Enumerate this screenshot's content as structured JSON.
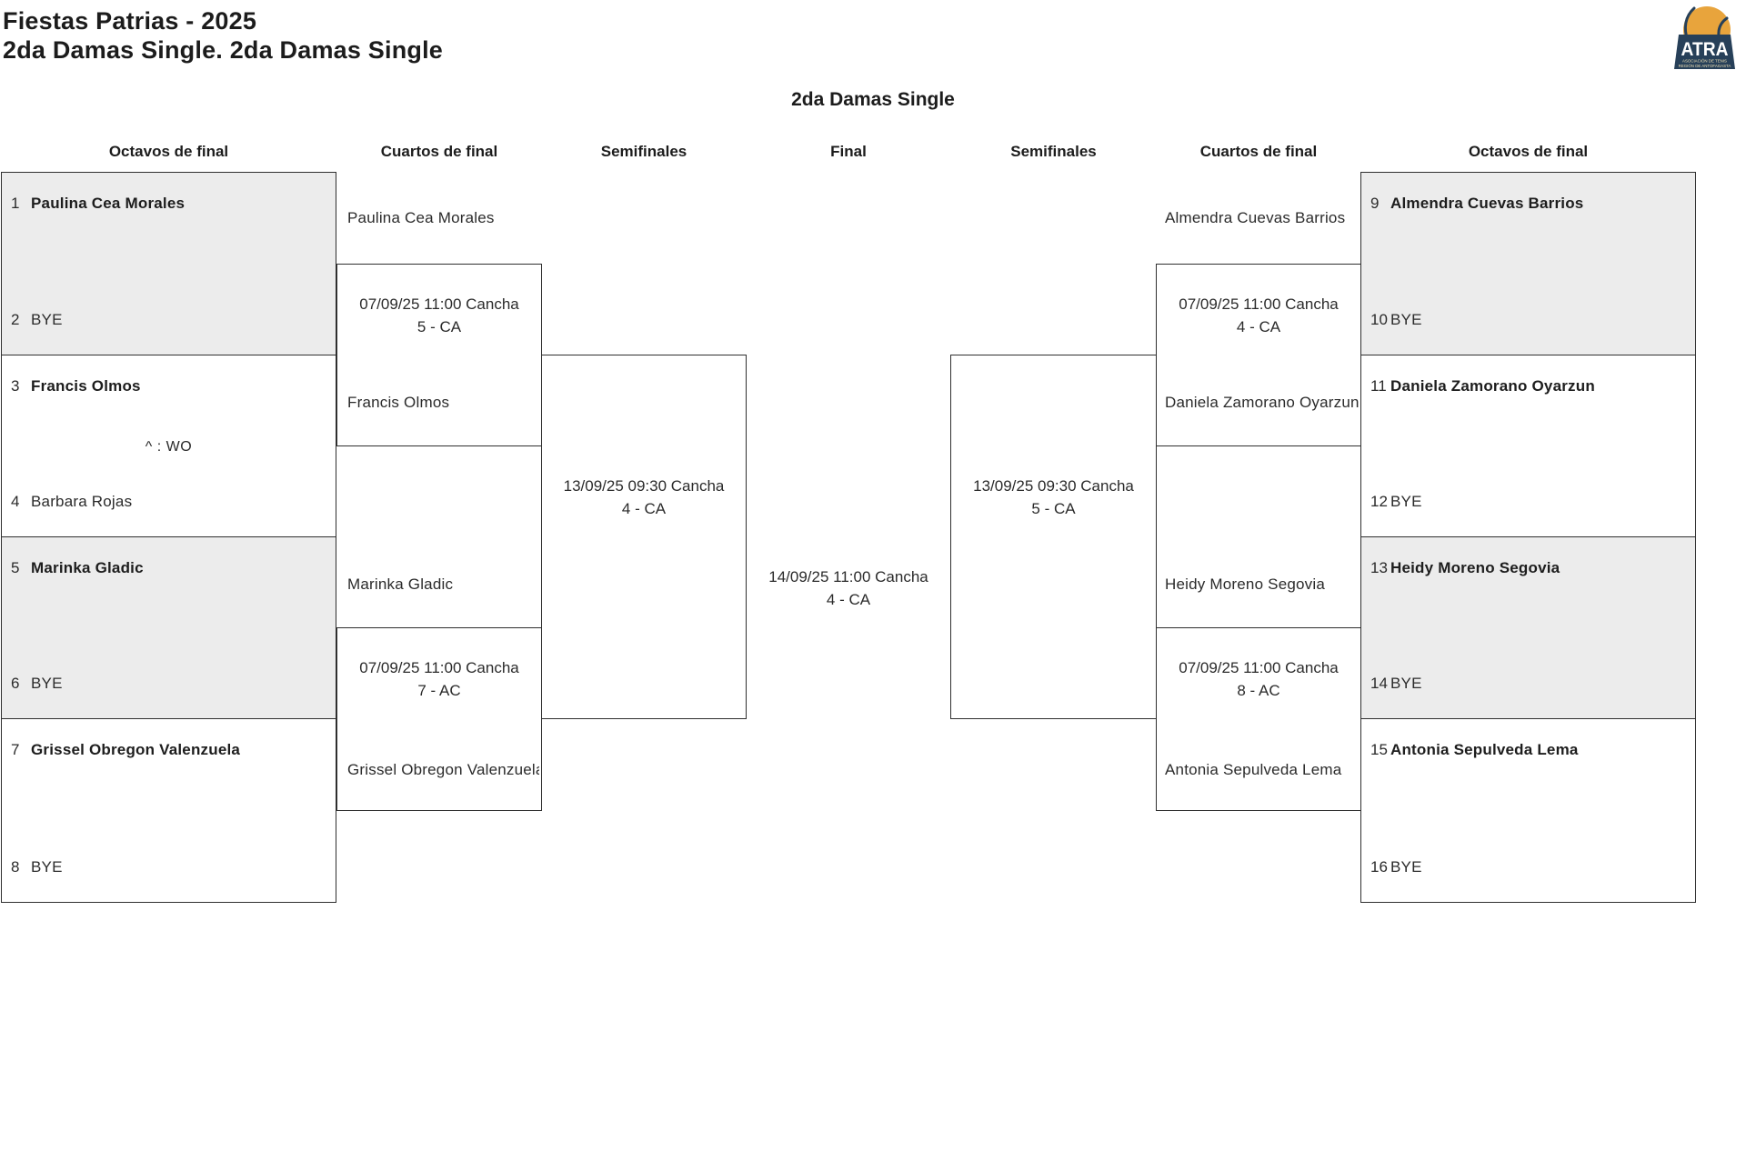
{
  "header": {
    "title": "Fiestas Patrias - 2025",
    "subtitle": "2da Damas Single. 2da Damas Single"
  },
  "logo": {
    "acronym": "ATRA",
    "org_line1": "ASOCIACIÓN DE TENIS",
    "org_line2": "REGIÓN DE ANTOFAGASTA"
  },
  "bracket_title": "2da Damas Single",
  "rounds": [
    "Octavos de final",
    "Cuartos de final",
    "Semifinales",
    "Final",
    "Semifinales",
    "Cuartos de final",
    "Octavos de final"
  ],
  "slots": [
    {
      "seed": "1",
      "name": "Paulina Cea Morales"
    },
    {
      "seed": "2",
      "name": "BYE"
    },
    {
      "seed": "3",
      "name": "Francis Olmos"
    },
    {
      "seed": "4",
      "name": "Barbara Rojas"
    },
    {
      "seed": "5",
      "name": "Marinka Gladic"
    },
    {
      "seed": "6",
      "name": "BYE"
    },
    {
      "seed": "7",
      "name": "Grissel Obregon Valenzuela"
    },
    {
      "seed": "8",
      "name": "BYE"
    },
    {
      "seed": "9",
      "name": "Almendra Cuevas Barrios"
    },
    {
      "seed": "10",
      "name": "BYE"
    },
    {
      "seed": "11",
      "name": "Daniela Zamorano Oyarzun"
    },
    {
      "seed": "12",
      "name": "BYE"
    },
    {
      "seed": "13",
      "name": "Heidy Moreno Segovia"
    },
    {
      "seed": "14",
      "name": "BYE"
    },
    {
      "seed": "15",
      "name": "Antonia Sepulveda Lema"
    },
    {
      "seed": "16",
      "name": "BYE"
    }
  ],
  "walkover_note": "^ : WO",
  "quarterfinals": [
    {
      "player_top": "Paulina Cea Morales",
      "player_bottom": "Francis Olmos",
      "schedule_line1": "07/09/25 11:00 Cancha",
      "schedule_line2": "5 - CA"
    },
    {
      "player_top": "Marinka Gladic",
      "player_bottom": "Grissel Obregon Valenzuela",
      "schedule_line1": "07/09/25 11:00 Cancha",
      "schedule_line2": "7 - AC"
    },
    {
      "player_top": "Almendra Cuevas Barrios",
      "player_bottom": "Daniela Zamorano Oyarzun",
      "schedule_line1": "07/09/25 11:00 Cancha",
      "schedule_line2": "4 - CA"
    },
    {
      "player_top": "Heidy Moreno Segovia",
      "player_bottom": "Antonia Sepulveda Lema",
      "schedule_line1": "07/09/25 11:00 Cancha",
      "schedule_line2": "8 - AC"
    }
  ],
  "semifinals": [
    {
      "schedule_line1": "13/09/25 09:30 Cancha",
      "schedule_line2": "4 - CA"
    },
    {
      "schedule_line1": "13/09/25 09:30 Cancha",
      "schedule_line2": "5 - CA"
    }
  ],
  "final": {
    "schedule_line1": "14/09/25 11:00 Cancha",
    "schedule_line2": "4 - CA"
  },
  "colors": {
    "accent_gray": "#ECECEC",
    "line": "#2F2F2F",
    "logo_orange": "#E8A43C",
    "logo_navy": "#274059"
  }
}
